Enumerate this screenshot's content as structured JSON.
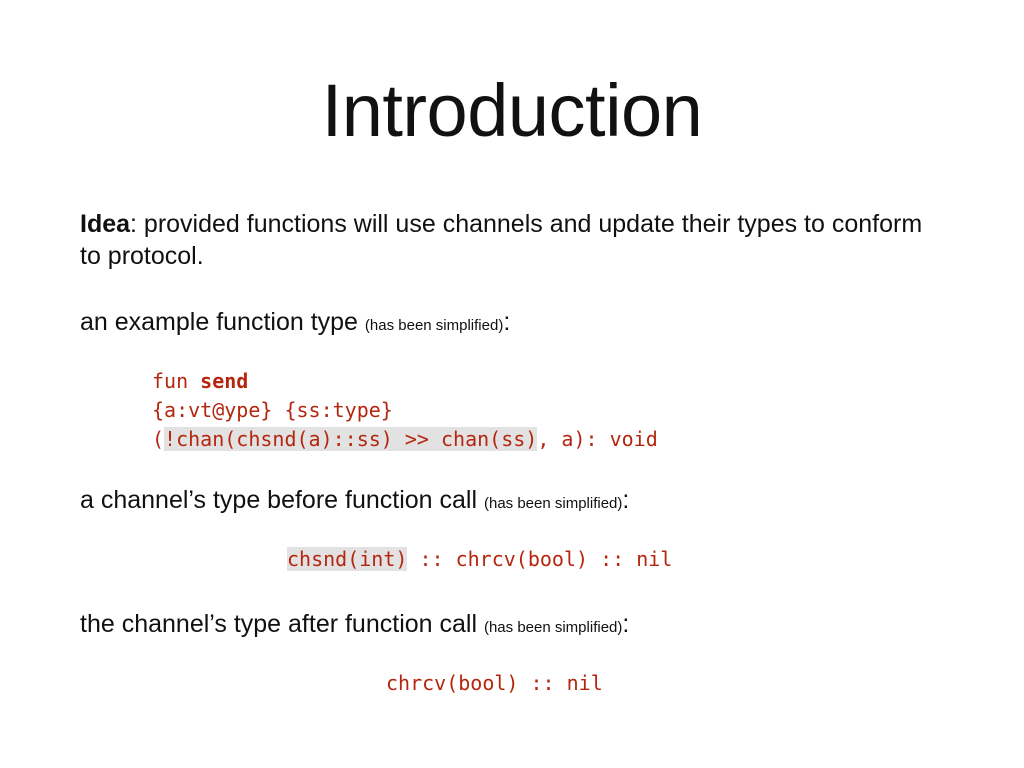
{
  "title": "Introduction",
  "idea": {
    "label": "Idea",
    "text": ": provided functions will use channels and update their types to conform to protocol."
  },
  "example": {
    "text": "an example function type",
    "note": "(has been simplified)",
    "colon": ":"
  },
  "code_fun": {
    "kw": "fun",
    "name": "send",
    "line2": "{a:vt@ype} {ss:type}",
    "line3_open": "(",
    "line3_hl": "!chan(chsnd(a)::ss) >> chan(ss)",
    "line3_rest": ", a): void"
  },
  "before": {
    "text": "a channel’s type before function call",
    "note": "(has been simplified)",
    "colon": ":"
  },
  "code_before": {
    "hl": "chsnd(int)",
    "rest": " :: chrcv(bool) :: nil"
  },
  "after": {
    "text": "the channel’s type after function call",
    "note": "(has been simplified)",
    "colon": ":"
  },
  "code_after": {
    "text": "chrcv(bool) :: nil"
  },
  "colors": {
    "code": "#b5260f",
    "highlight": "#e2e2e2",
    "text": "#111111"
  }
}
